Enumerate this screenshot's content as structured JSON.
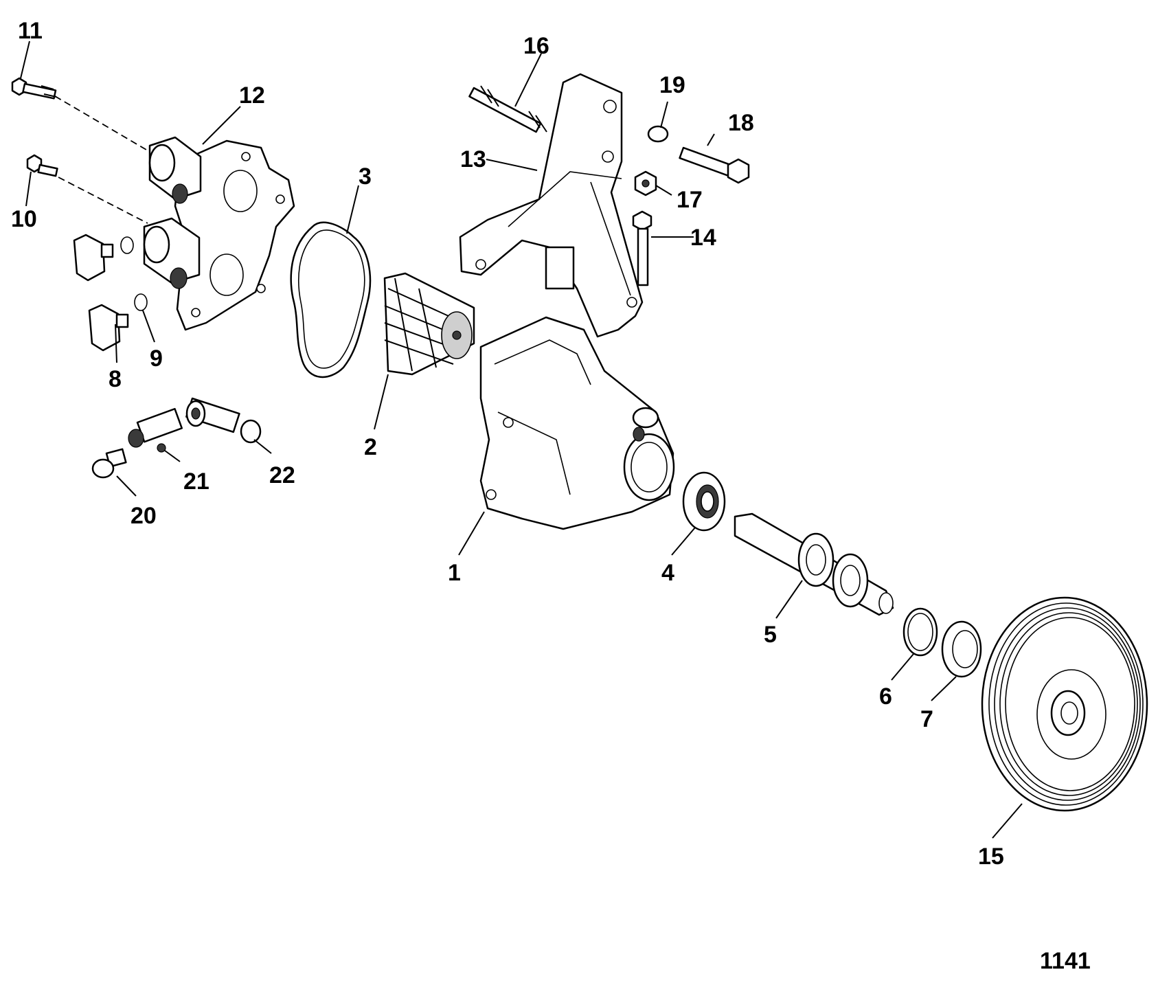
{
  "diagram": {
    "drawing_number": "1141",
    "callouts": [
      "1",
      "2",
      "3",
      "4",
      "5",
      "6",
      "7",
      "8",
      "9",
      "10",
      "11",
      "12",
      "13",
      "14",
      "15",
      "16",
      "17",
      "18",
      "19",
      "20",
      "21",
      "22"
    ]
  }
}
